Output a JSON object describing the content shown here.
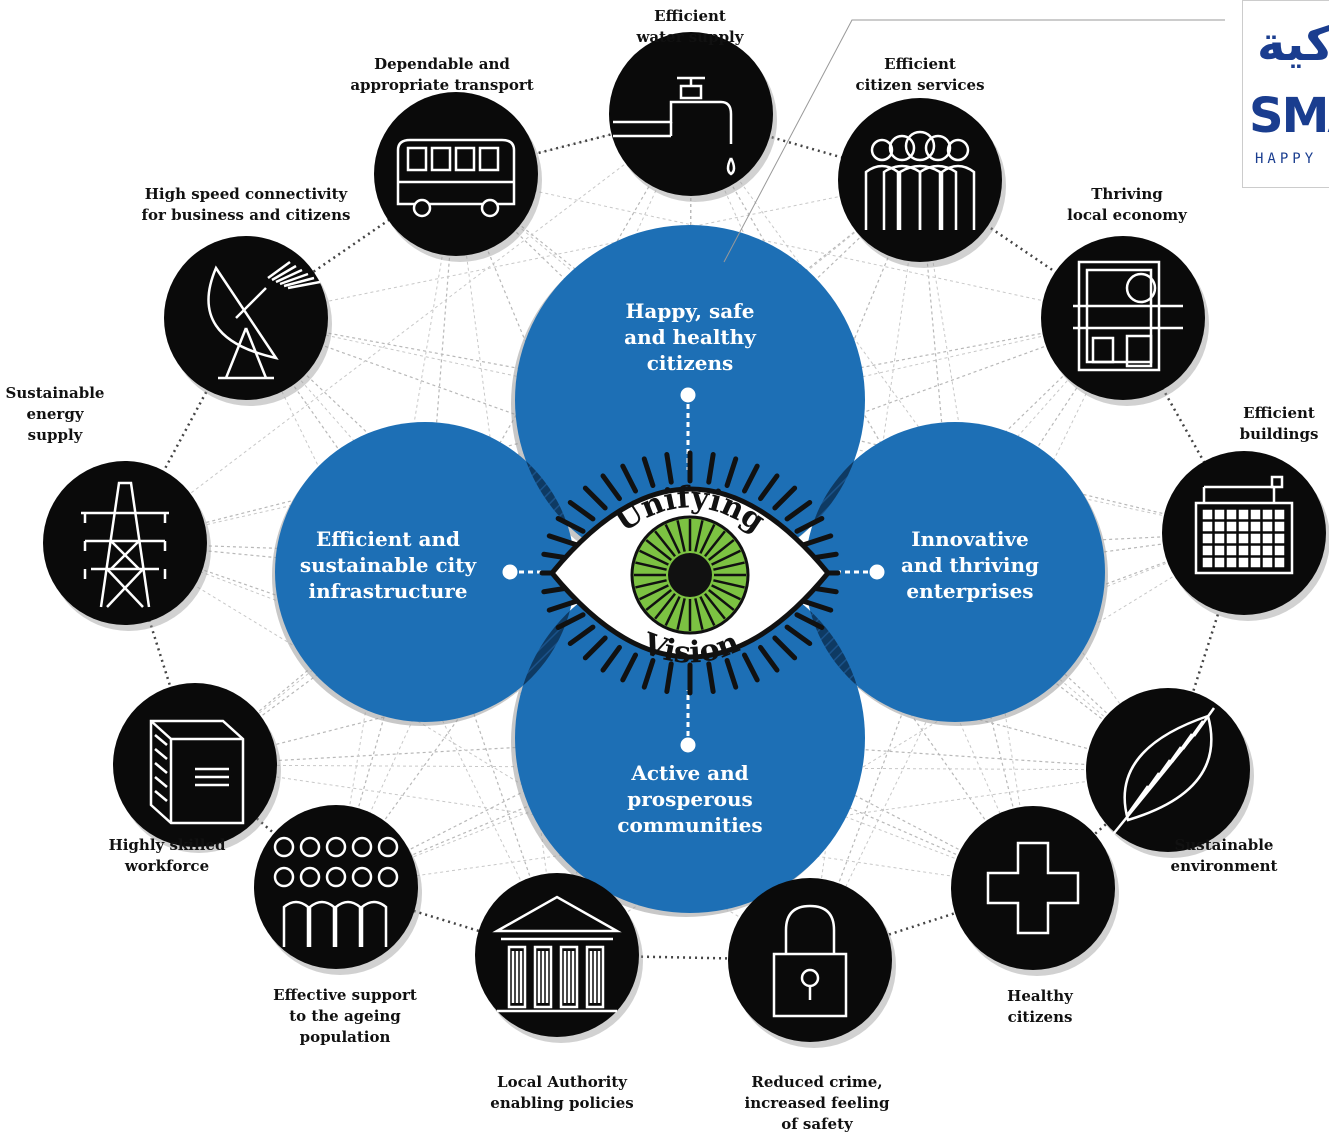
{
  "pillars": {
    "top": "Happy, safe\nand healthy\ncitizens",
    "left": "Efficient and\nsustainable city\ninfrastructure",
    "right": "Innovative\nand thriving\nenterprises",
    "bottom": "Active and\nprosperous\ncommunities"
  },
  "vision": {
    "word1": "Unifying",
    "word2": "Vision"
  },
  "nodes": [
    {
      "label": "Efficient\nwater supply",
      "icon": "tap-icon"
    },
    {
      "label": "Efficient\ncitizen services",
      "icon": "people-icon"
    },
    {
      "label": "Thriving\nlocal economy",
      "icon": "shop-icon"
    },
    {
      "label": "Efficient\nbuildings",
      "icon": "building-icon"
    },
    {
      "label": "Sustainable\nenvironment",
      "icon": "leaf-icon"
    },
    {
      "label": "Healthy\ncitizens",
      "icon": "cross-icon"
    },
    {
      "label": "Reduced crime,\nincreased feeling\nof safety",
      "icon": "padlock-icon"
    },
    {
      "label": "Local Authority\nenabling policies",
      "icon": "civic-building-icon"
    },
    {
      "label": "Effective support\nto the ageing\npopulation",
      "icon": "crowd-icon"
    },
    {
      "label": "Highly skilled\nworkforce",
      "icon": "book-icon"
    },
    {
      "label": "Sustainable\nenergy\nsupply",
      "icon": "pylon-icon"
    },
    {
      "label": "High speed connectivity\nfor business and citizens",
      "icon": "satellite-dish-icon"
    },
    {
      "label": "Dependable and\nappropriate transport",
      "icon": "bus-icon"
    }
  ],
  "logo": {
    "arabic": "كية",
    "text": "SMA",
    "tagline": "HAPPY"
  },
  "colors": {
    "pillar": "#1d6fb5",
    "overlap": "#0e3a63",
    "node": "#0a0a0a",
    "iris": "#7cc242"
  }
}
